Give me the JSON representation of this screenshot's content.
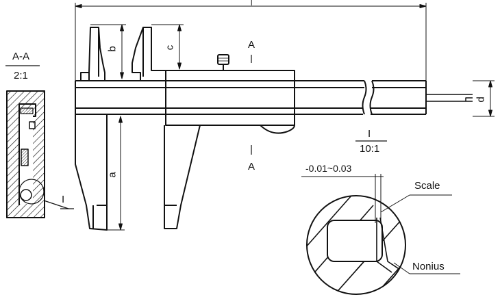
{
  "section": {
    "name": "A-A",
    "scale": "2:1"
  },
  "detail": {
    "name": "I",
    "scale": "10:1"
  },
  "section_marks": {
    "top": "A",
    "bottom": "A"
  },
  "dimensions": {
    "a": "a",
    "b": "b",
    "c": "c",
    "d": "d",
    "l": "l"
  },
  "tolerance": "-0.01~0.03",
  "callouts": {
    "scale": "Scale",
    "nonius": "Nonius"
  }
}
